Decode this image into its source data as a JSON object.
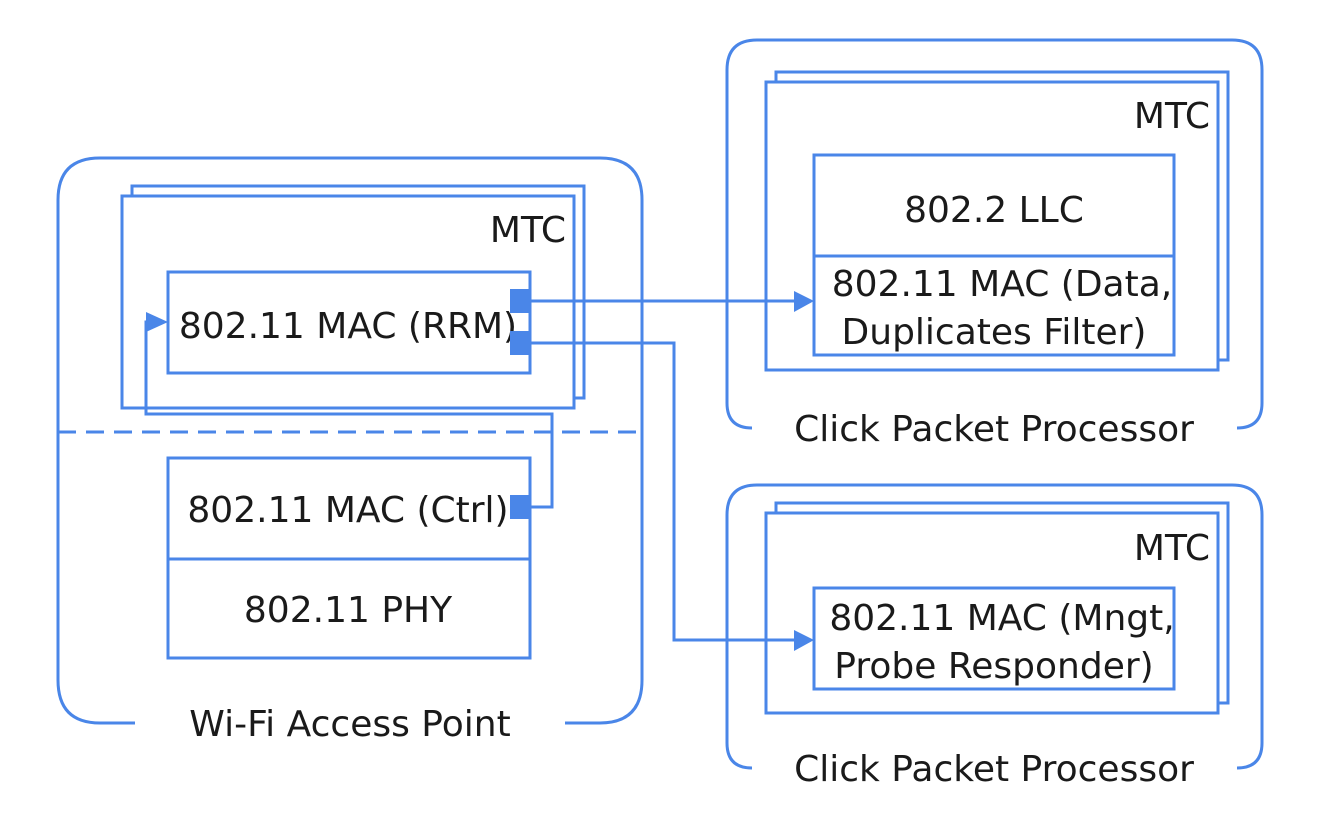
{
  "diagram": {
    "accent_color": "#4a86e8",
    "text_color": "#1a1a1a",
    "access_point": {
      "label": "Wi-Fi Access Point",
      "mtc_label": "MTC",
      "rrm_label": "802.11 MAC (RRM)",
      "ctrl_label": "802.11 MAC (Ctrl)",
      "phy_label": "802.11 PHY"
    },
    "processor_top": {
      "label": "Click Packet Processor",
      "mtc_label": "MTC",
      "llc_label": "802.2 LLC",
      "data_label_line1": "802.11 MAC (Data,",
      "data_label_line2": "Duplicates Filter)"
    },
    "processor_bottom": {
      "label": "Click Packet Processor",
      "mtc_label": "MTC",
      "mngt_label_line1": "802.11 MAC (Mngt,",
      "mngt_label_line2": "Probe Responder)"
    }
  }
}
